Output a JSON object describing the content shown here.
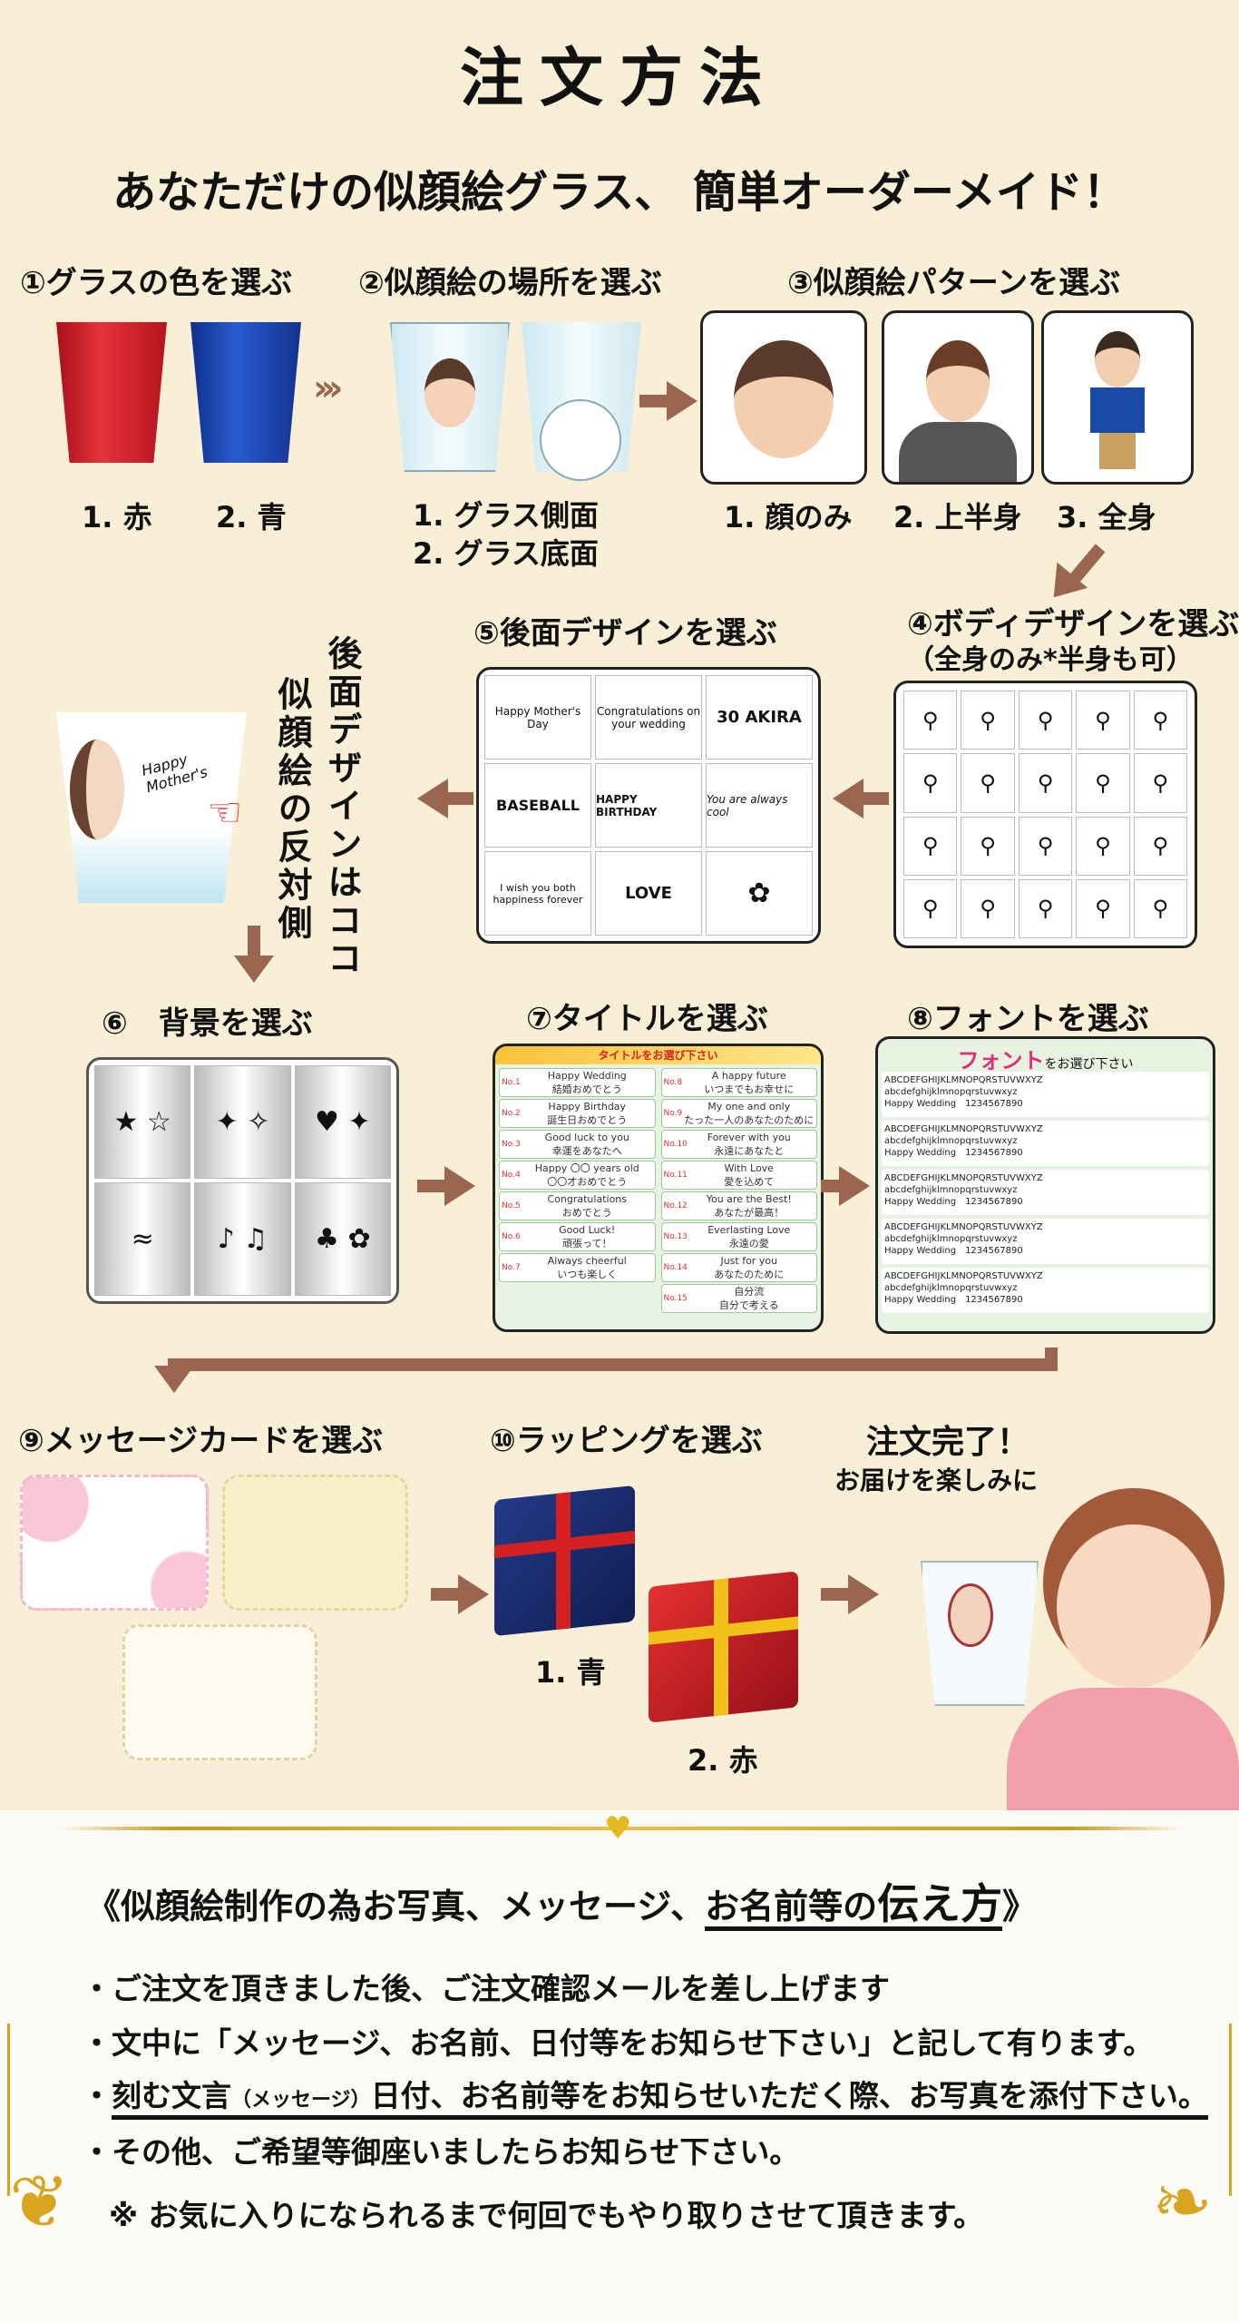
{
  "title": "注文方法",
  "subtitle": "あなただけの似顔絵グラス、 簡単オーダーメイド！",
  "steps": {
    "s1": {
      "label": "①グラスの色を選ぶ",
      "options": [
        "1. 赤",
        "2. 青"
      ]
    },
    "s2": {
      "label": "②似顔絵の場所を選ぶ",
      "options": [
        "1. グラス側面",
        "2. グラス底面"
      ]
    },
    "s3": {
      "label": "③似顔絵パターンを選ぶ",
      "options": [
        "1. 顔のみ",
        "2. 上半身",
        "3. 全身"
      ]
    },
    "s4": {
      "label": "④ボディデザインを選ぶ",
      "note": "（全身のみ*半身も可）"
    },
    "s5": {
      "label": "⑤後面デザインを選ぶ",
      "samples": [
        "Happy Mother's Day",
        "Congratulations on your wedding",
        "30 AKIRA",
        "BASEBALL",
        "HAPPY BIRTHDAY",
        "You are always cool",
        "I wish you both happiness forever",
        "LOVE"
      ]
    },
    "s6": {
      "label": "⑥　背景を選ぶ"
    },
    "s7": {
      "label": "⑦タイトルを選ぶ",
      "card_header": "タイトルをお選び下さい",
      "titles": [
        {
          "no": "No.1",
          "en": "Happy Wedding",
          "ja": "結婚おめでとう"
        },
        {
          "no": "No.2",
          "en": "Happy Birthday",
          "ja": "誕生日おめでとう"
        },
        {
          "no": "No.3",
          "en": "Good luck to you",
          "ja": "幸運をあなたへ"
        },
        {
          "no": "No.4",
          "en": "Happy 〇〇 years old",
          "ja": "〇〇才おめでとう"
        },
        {
          "no": "No.5",
          "en": "Congratulations",
          "ja": "おめでとう"
        },
        {
          "no": "No.6",
          "en": "Good Luck!",
          "ja": "頑張って！"
        },
        {
          "no": "No.7",
          "en": "Always cheerful",
          "ja": "いつも楽しく"
        },
        {
          "no": "No.8",
          "en": "A happy future",
          "ja": "いつまでもお幸せに"
        },
        {
          "no": "No.9",
          "en": "My one and only",
          "ja": "たった一人のあなたのために"
        },
        {
          "no": "No.10",
          "en": "Forever with you",
          "ja": "永遠にあなたと"
        },
        {
          "no": "No.11",
          "en": "With Love",
          "ja": "愛を込めて"
        },
        {
          "no": "No.12",
          "en": "You are the Best!",
          "ja": "あなたが最高！"
        },
        {
          "no": "No.13",
          "en": "Everlasting Love",
          "ja": "永遠の愛"
        },
        {
          "no": "No.14",
          "en": "Just for you",
          "ja": "あなたのために"
        },
        {
          "no": "No.15",
          "en": "自分流",
          "ja": "自分で考える"
        }
      ]
    },
    "s8": {
      "label": "⑧フォントを選ぶ",
      "card_header": "フォント",
      "card_sub": "をお選び下さい",
      "sample_text": "Happy Wedding",
      "sample_num": "1234567890",
      "alphabet": "ABCDEFGHIJKLMNOPQRSTUVWXYZ",
      "lower": "abcdefghijklmnopqrstuvwxyz"
    },
    "s9": {
      "label": "⑨メッセージカードを選ぶ"
    },
    "s10": {
      "label": "⑩ラッピングを選ぶ",
      "options": [
        "1. 青",
        "2. 赤"
      ]
    },
    "done": {
      "title": "注文完了！",
      "sub": "お届けを楽しみに"
    }
  },
  "back_note": {
    "line1": "後面デザインはココ",
    "line2": "似顔絵の反対側",
    "glass_text": "Happy Mother's"
  },
  "howto": {
    "heading_pre": "《似顔絵制作の為お写真、メッセージ、",
    "heading_ul": "お名前等の",
    "heading_big": "伝え方",
    "heading_end": "》",
    "bullets": [
      "・ご注文を頂きました後、ご注文確認メールを差し上げます",
      "・文中に「メッセージ、お名前、日付等をお知らせ下さい」と記して有ります。"
    ],
    "b3_a": "刻む文言",
    "b3_small": "（メッセージ）",
    "b3_b": "日付、お名前等をお知らせいただく際、お写真を添付下さい。",
    "b4": "・その他、ご希望等御座いましたらお知らせ下さい。",
    "b5": "※ お気に入りになられるまで何回でもやり取りさせて頂きます。"
  },
  "colors": {
    "bg": "#f8efd6",
    "arrow": "#9b6650",
    "red_glass": "#d8202a",
    "blue_glass": "#1f48b8",
    "gold": "#d9a520"
  }
}
